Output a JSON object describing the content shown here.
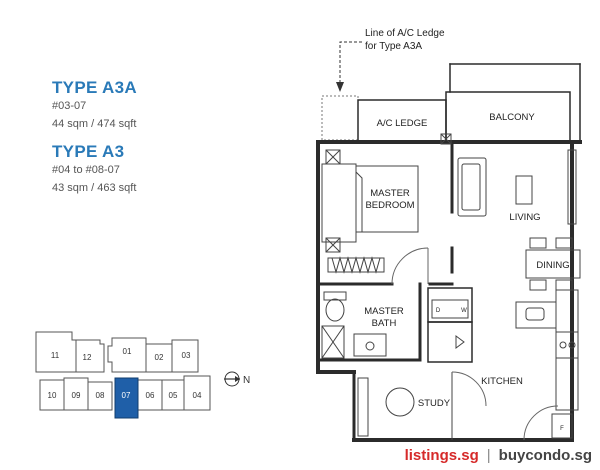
{
  "units": [
    {
      "type": "TYPE A3A",
      "unit_numbers": "#03-07",
      "area": "44 sqm / 474 sqft"
    },
    {
      "type": "TYPE A3",
      "unit_numbers": "#04 to #08-07",
      "area": "43 sqm / 463 sqft"
    }
  ],
  "plan": {
    "callout": [
      "Line of A/C Ledge",
      "for Type A3A"
    ],
    "rooms": {
      "ac_ledge": "A/C LEDGE",
      "balcony": "BALCONY",
      "master_bedroom": [
        "MASTER",
        "BEDROOM"
      ],
      "living": "LIVING",
      "dining": "DINING",
      "master_bath": [
        "MASTER",
        "BATH"
      ],
      "kitchen": "KITCHEN",
      "study": "STUDY"
    },
    "appliances": {
      "dryer": "D",
      "washer": "W",
      "fridge": "F"
    }
  },
  "key_plan": {
    "top_units": [
      "11",
      "12",
      "01",
      "02",
      "03"
    ],
    "bottom_units": [
      "10",
      "09",
      "08",
      "07",
      "06",
      "05",
      "04"
    ],
    "highlight_unit": "07",
    "north_label": "N",
    "highlight_color": "#1f5fa8"
  },
  "watermark": {
    "site_a": "listings.sg",
    "separator": "|",
    "site_b": "buycondo.sg"
  }
}
